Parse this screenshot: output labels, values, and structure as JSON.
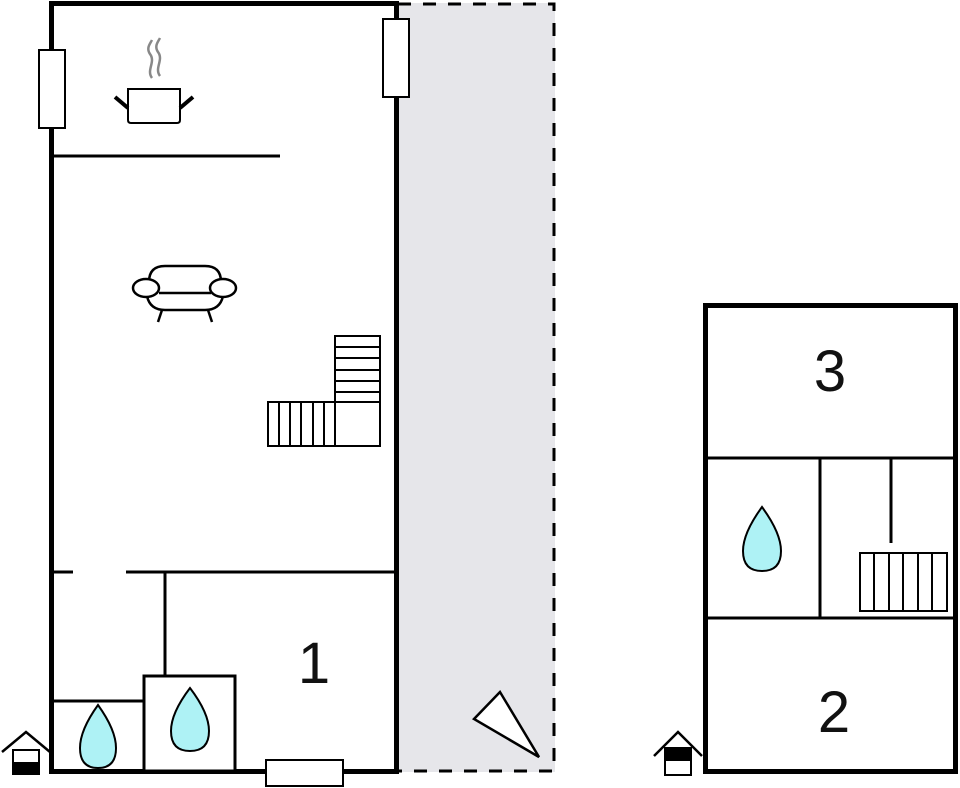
{
  "colors": {
    "wall": "#000000",
    "terrace_fill": "#e6e6ea",
    "water": "#aef2f5",
    "steam": "#888888",
    "background": "#ffffff"
  },
  "floor_plans": [
    {
      "name": "ground-floor",
      "rooms": [
        {
          "id": "kitchen",
          "icon": "cooking-pot-icon"
        },
        {
          "id": "living-room",
          "icon": "sofa-icon"
        },
        {
          "id": "bedroom-1",
          "label": "1"
        },
        {
          "id": "bathroom-a",
          "icon": "water-drop-icon"
        },
        {
          "id": "bathroom-b",
          "icon": "water-drop-icon"
        }
      ],
      "features": [
        "staircase-icon",
        "terrace",
        "compass-north-icon",
        "entrance-icon"
      ]
    },
    {
      "name": "upper-floor",
      "rooms": [
        {
          "id": "bedroom-3",
          "label": "3"
        },
        {
          "id": "bathroom-c",
          "icon": "water-drop-icon"
        },
        {
          "id": "stair-hall",
          "icon": "staircase-icon"
        },
        {
          "id": "bedroom-2",
          "label": "2"
        }
      ],
      "features": [
        "entrance-icon"
      ]
    }
  ],
  "labels": {
    "room1": "1",
    "room2": "2",
    "room3": "3"
  }
}
